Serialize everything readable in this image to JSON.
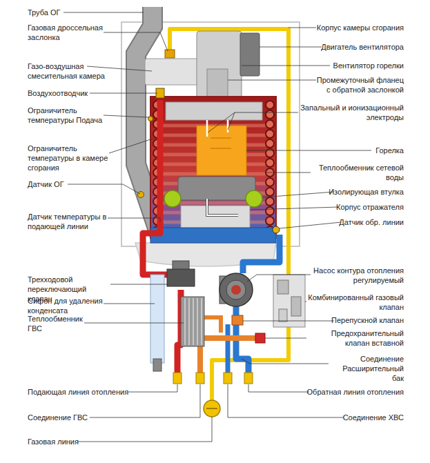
{
  "diagram": {
    "labels": [
      "Труба ОГ",
      "Газовая дроссельная заслонка",
      "Газо-воздушная смесительная камера",
      "Воздухоотводчик",
      "Ограничитель температуры Подача",
      "Ограничитель температуры в камере сгорания",
      "Датчик ОГ",
      "Датчик температуры в подающей линии",
      "Трехходовой переключающий клапан",
      "Сифон для удаления конденсата",
      "Теплообменник ГВС",
      "Подающая линия отопления",
      "Соединение ГВС",
      "Газовая линия",
      "Корпус камеры сгорания",
      "Двигатель вентилятора",
      "Вентилятор горелки",
      "Промежуточный фланец с обратной заслонкой",
      "Запальный и ионизационный электроды",
      "Горелка",
      "Теплообменник сетевой воды",
      "Изолирующая втулка",
      "Корпус отражателя",
      "Датчик обр. линии",
      "Насос контура отопления регулируемый",
      "Комбинированный газовый клапан",
      "Перепускной клапан",
      "Предохранительный клапан вставной",
      "Соединение Расширительный бак",
      "Обратная линия отопления",
      "Соединение ХВС"
    ]
  }
}
